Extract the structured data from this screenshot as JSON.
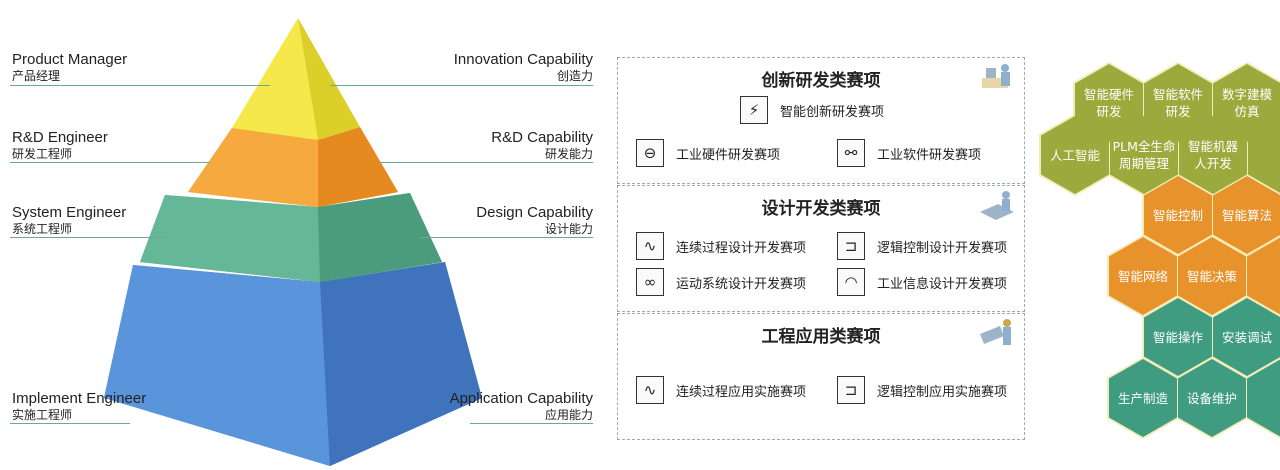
{
  "pyramid": {
    "left": [
      {
        "en": "Product Manager",
        "zh": "产品经理"
      },
      {
        "en": "R&D Engineer",
        "zh": "研发工程师"
      },
      {
        "en": "System Engineer",
        "zh": "系统工程师"
      },
      {
        "en": "Implement Engineer",
        "zh": "实施工程师"
      }
    ],
    "right": [
      {
        "en": "Innovation Capability",
        "zh": "创造力"
      },
      {
        "en": "R&D Capability",
        "zh": "研发能力"
      },
      {
        "en": "Design Capability",
        "zh": "设计能力"
      },
      {
        "en": "Application Capability",
        "zh": "应用能力"
      }
    ],
    "colors": [
      "#f2e43c",
      "#f19a2a",
      "#5db08e",
      "#4f8ad0"
    ]
  },
  "competitions": [
    {
      "title": "创新研发类赛项",
      "items": [
        {
          "label": "智能创新研发赛项",
          "icon": "lightning-icon"
        },
        {
          "label": "工业硬件研发赛项",
          "icon": "transistor-icon"
        },
        {
          "label": "工业软件研发赛项",
          "icon": "software-diagram-icon"
        }
      ]
    },
    {
      "title": "设计开发类赛项",
      "items": [
        {
          "label": "连续过程设计开发赛项",
          "icon": "curve-chart-icon"
        },
        {
          "label": "逻辑控制设计开发赛项",
          "icon": "logic-gate-icon"
        },
        {
          "label": "运动系统设计开发赛项",
          "icon": "motion-icon"
        },
        {
          "label": "工业信息设计开发赛项",
          "icon": "wifi-icon"
        }
      ]
    },
    {
      "title": "工程应用类赛项",
      "items": [
        {
          "label": "连续过程应用实施赛项",
          "icon": "curve-chart-gear-icon"
        },
        {
          "label": "逻辑控制应用实施赛项",
          "icon": "logic-gate-gear-icon"
        }
      ]
    }
  ],
  "hexes": [
    "智能硬件\n研发",
    "智能软件\n研发",
    "数字建模\n仿真",
    "人工智能",
    "PLM全生命\n周期管理",
    "智能机器\n人开发",
    "",
    "智能控制",
    "智能算法",
    "智能网络",
    "智能决策",
    "",
    "智能操作",
    "安装调试",
    "生产制造",
    "设备维护",
    ""
  ]
}
